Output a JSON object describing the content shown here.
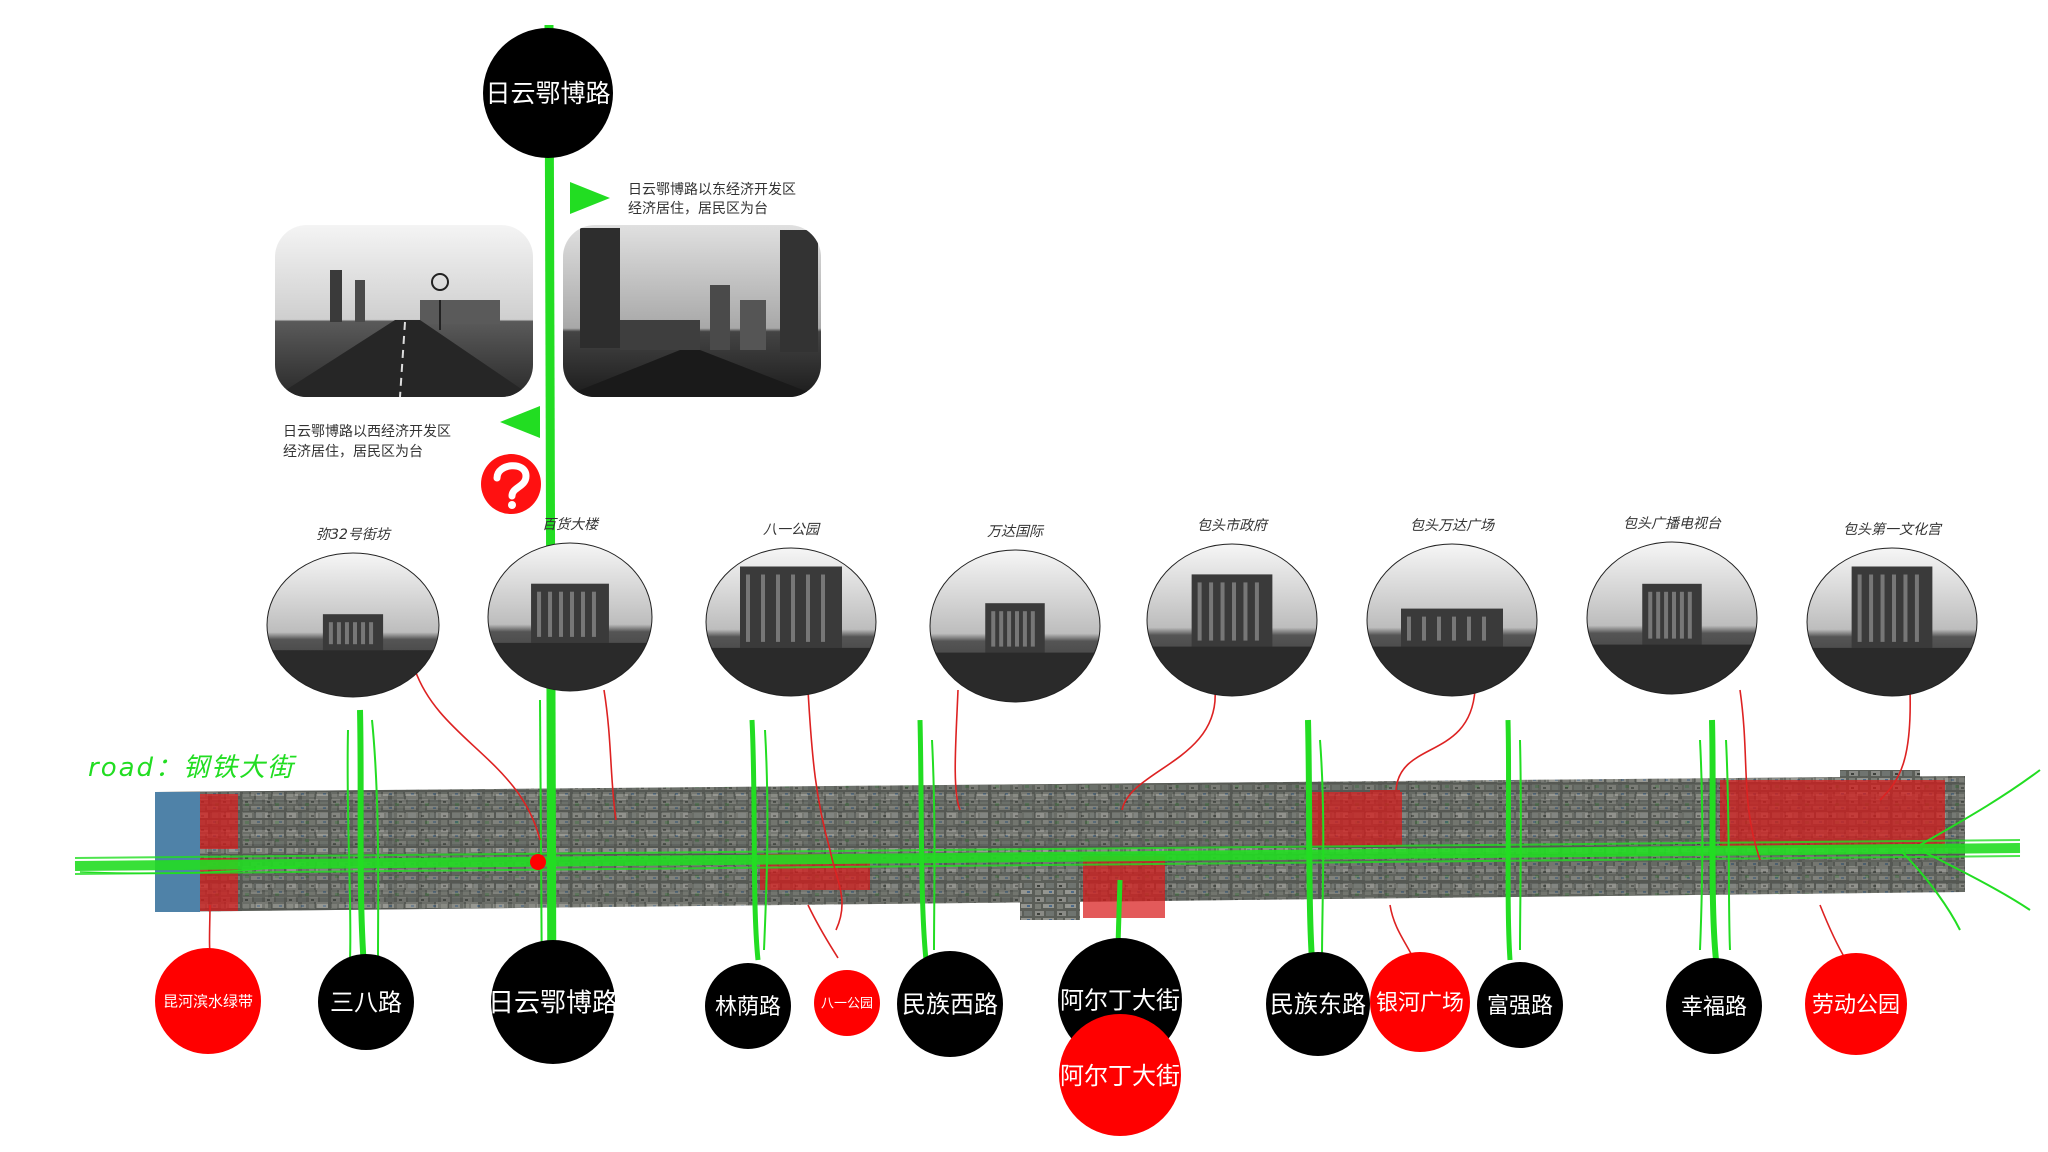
{
  "main_road": {
    "name": "日云鄂博路",
    "name_bottom": "日云鄂博路",
    "note_east": [
      "日云鄂博路以东经济开发区",
      "经济居住，居民区为台"
    ],
    "note_west": [
      "日云鄂博路以西经济开发区",
      "经济居住，居民区为台"
    ]
  },
  "road_label": "road：钢铁大街",
  "landmarks": [
    {
      "label": "弥32号街坊"
    },
    {
      "label": "百货大楼"
    },
    {
      "label": "八一公园"
    },
    {
      "label": "万达国际"
    },
    {
      "label": "包头市政府"
    },
    {
      "label": "包头万达广场"
    },
    {
      "label": "包头广播电视台"
    },
    {
      "label": "包头第一文化宫"
    }
  ],
  "nodes": [
    {
      "label": "昆河滨水绿带",
      "kind": "red"
    },
    {
      "label": "三八路",
      "kind": "black"
    },
    {
      "label": "日云鄂博路",
      "kind": "black"
    },
    {
      "label": "林荫路",
      "kind": "black"
    },
    {
      "label": "八一公园",
      "kind": "red"
    },
    {
      "label": "民族西路",
      "kind": "black"
    },
    {
      "label": "阿尔丁大街",
      "kind": "black"
    },
    {
      "label": "民族东路",
      "kind": "black"
    },
    {
      "label": "银河广场",
      "kind": "red"
    },
    {
      "label": "富强路",
      "kind": "black"
    },
    {
      "label": "幸福路",
      "kind": "black"
    },
    {
      "label": "劳动公园",
      "kind": "red"
    }
  ],
  "extra_node": {
    "label": "阿尔丁大街",
    "kind": "red"
  },
  "colors": {
    "green": "#22dd22",
    "red": "#ff0000",
    "dark_red": "#cc1111",
    "black": "#000000"
  },
  "icons": {
    "marker": "question-mark-badge-icon",
    "arrow": "green-arrow-icon"
  }
}
